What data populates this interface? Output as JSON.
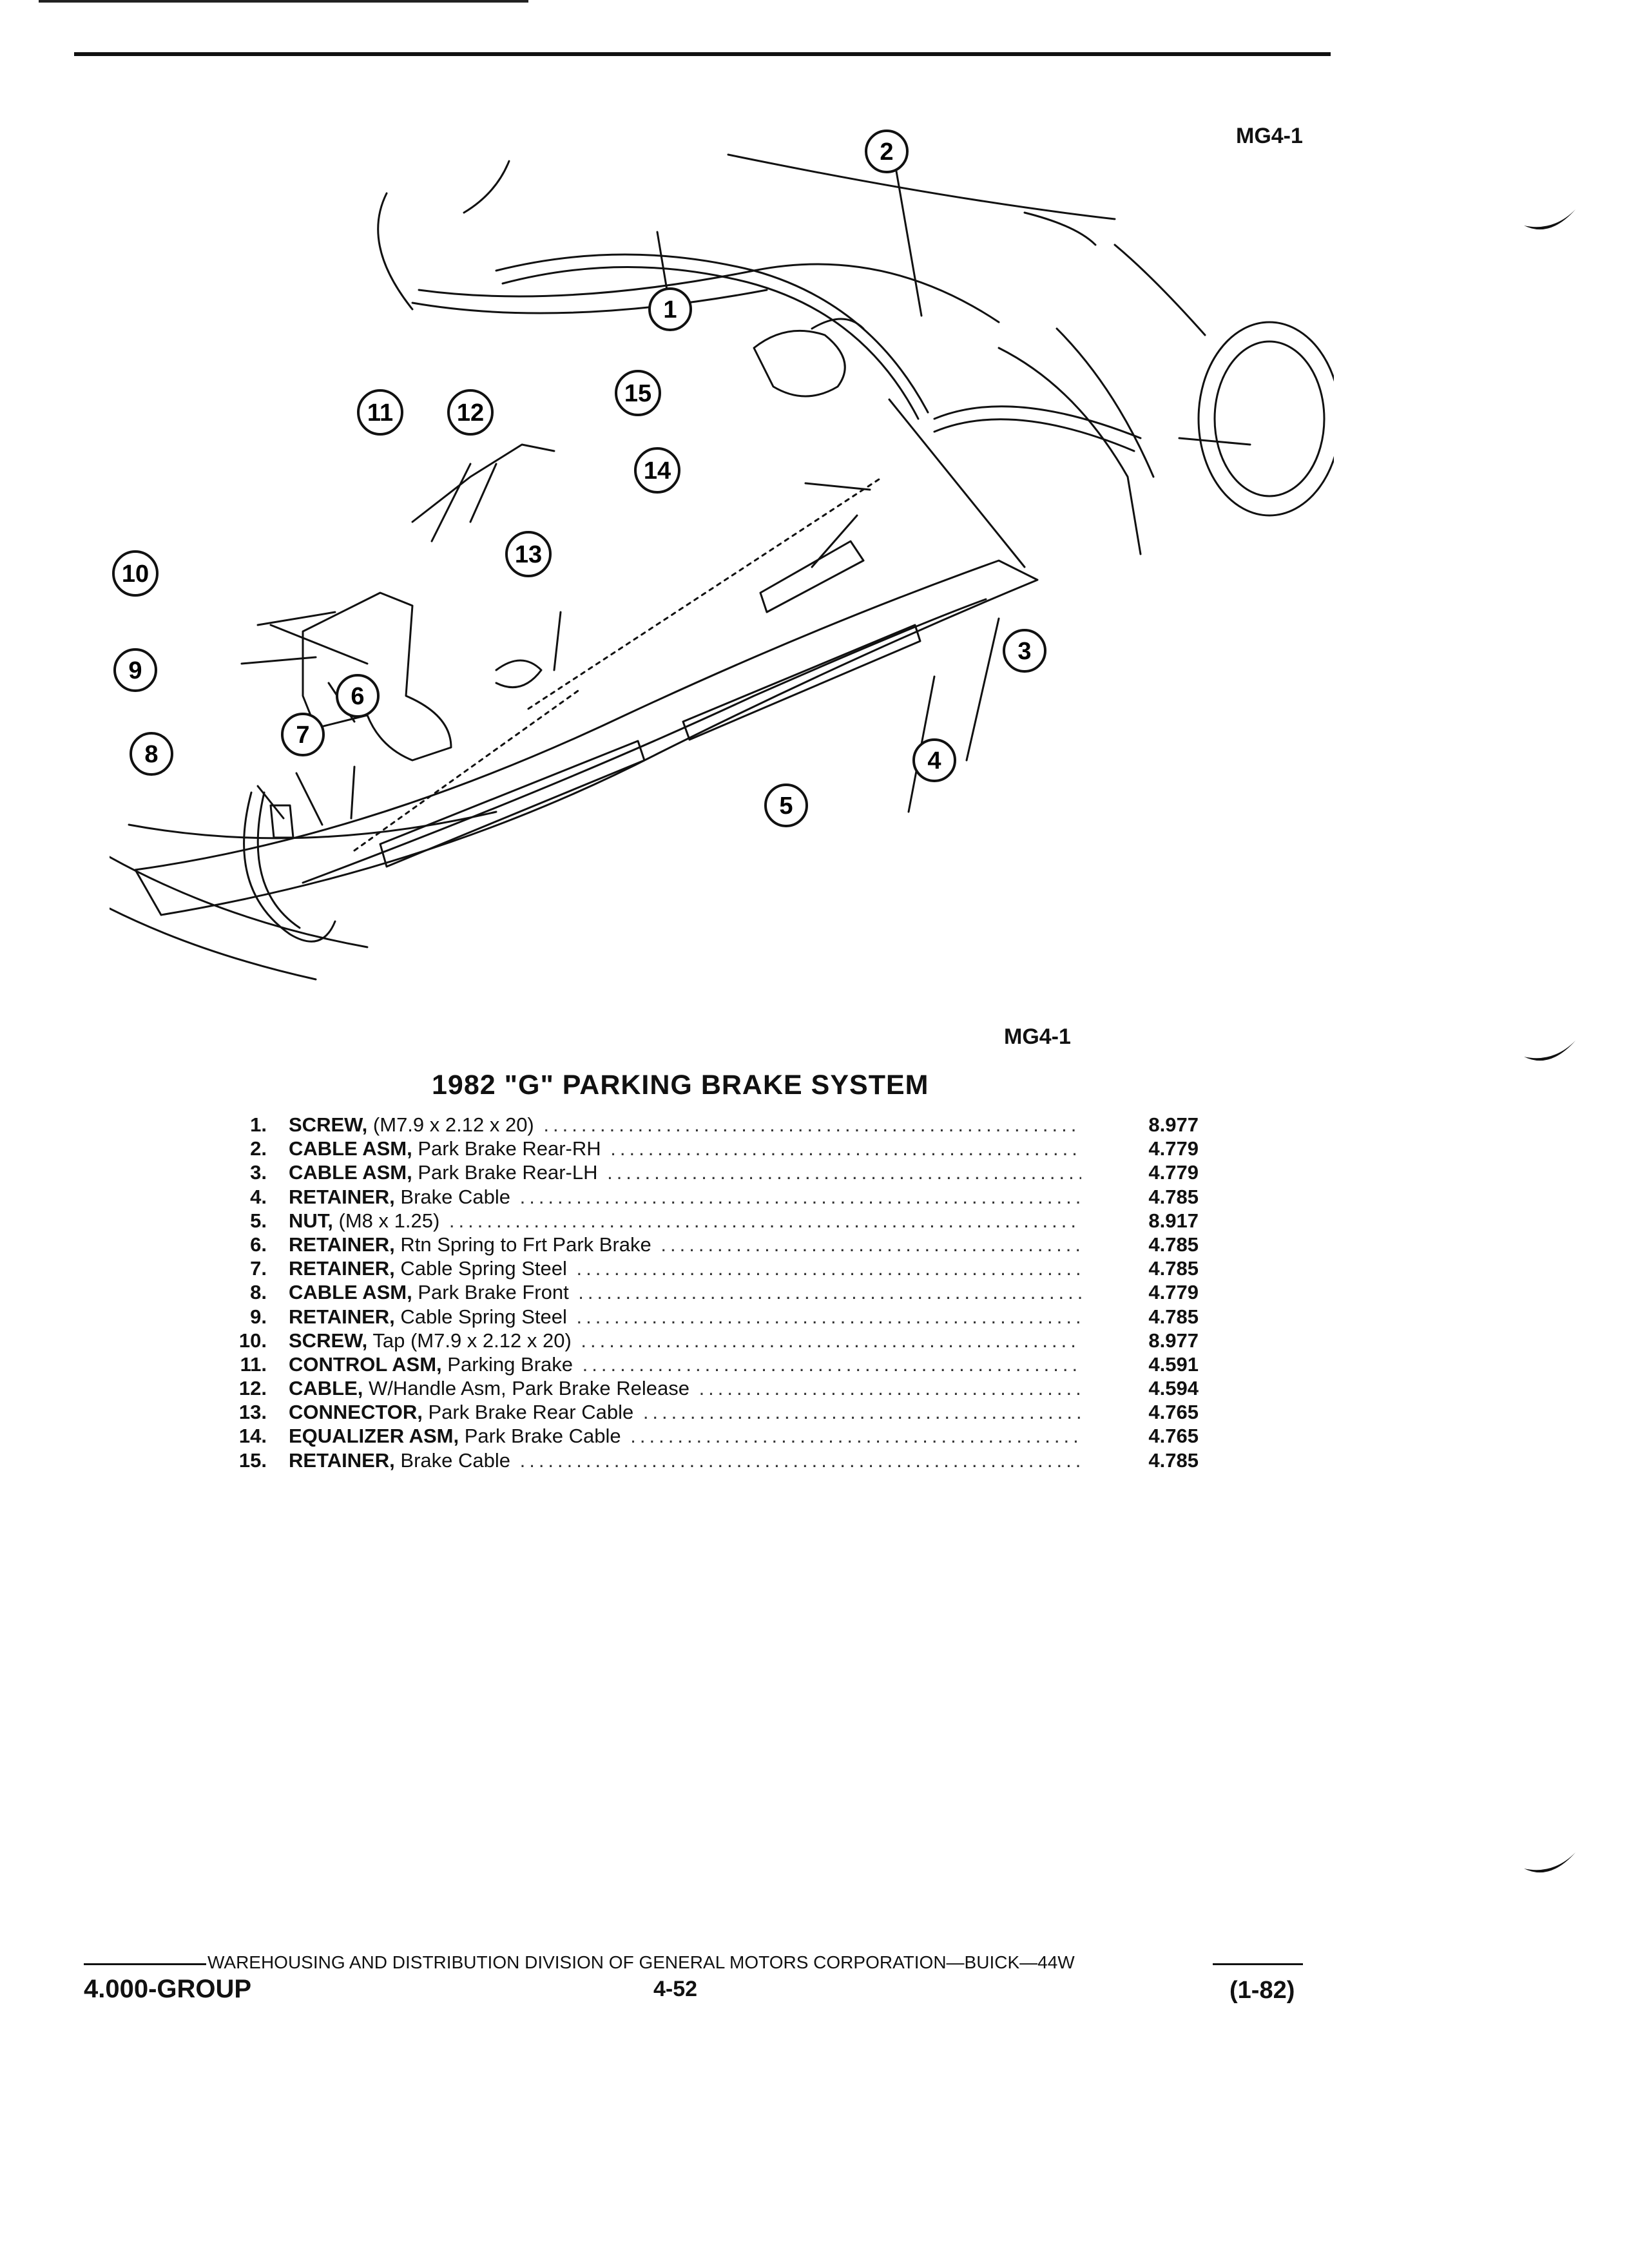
{
  "header": {
    "figure_code": "MG4-1"
  },
  "figure": {
    "caption_code": "MG4-1",
    "title": "1982 \"G\" PARKING BRAKE SYSTEM",
    "callouts": [
      "1",
      "2",
      "3",
      "4",
      "5",
      "6",
      "7",
      "8",
      "9",
      "10",
      "11",
      "12",
      "13",
      "14",
      "15"
    ]
  },
  "parts": [
    {
      "num": "1.",
      "name": "SCREW,",
      "desc": "(M7.9 x 2.12 x 20)",
      "group": "8.977"
    },
    {
      "num": "2.",
      "name": "CABLE ASM,",
      "desc": "Park Brake Rear-RH",
      "group": "4.779"
    },
    {
      "num": "3.",
      "name": "CABLE ASM,",
      "desc": "Park Brake Rear-LH",
      "group": "4.779"
    },
    {
      "num": "4.",
      "name": "RETAINER,",
      "desc": "Brake Cable",
      "group": "4.785"
    },
    {
      "num": "5.",
      "name": "NUT,",
      "desc": "(M8 x 1.25)",
      "group": "8.917"
    },
    {
      "num": "6.",
      "name": "RETAINER,",
      "desc": "Rtn Spring to Frt Park Brake",
      "group": "4.785"
    },
    {
      "num": "7.",
      "name": "RETAINER,",
      "desc": "Cable Spring Steel",
      "group": "4.785"
    },
    {
      "num": "8.",
      "name": "CABLE ASM,",
      "desc": "Park Brake Front",
      "group": "4.779"
    },
    {
      "num": "9.",
      "name": "RETAINER,",
      "desc": "Cable Spring Steel",
      "group": "4.785"
    },
    {
      "num": "10.",
      "name": "SCREW,",
      "desc": "Tap (M7.9 x 2.12 x 20)",
      "group": "8.977"
    },
    {
      "num": "11.",
      "name": "CONTROL ASM,",
      "desc": "Parking Brake",
      "group": "4.591"
    },
    {
      "num": "12.",
      "name": "CABLE,",
      "desc": "W/Handle Asm, Park Brake Release",
      "group": "4.594"
    },
    {
      "num": "13.",
      "name": "CONNECTOR,",
      "desc": "Park Brake Rear Cable",
      "group": "4.765"
    },
    {
      "num": "14.",
      "name": "EQUALIZER ASM,",
      "desc": "Park Brake Cable",
      "group": "4.765"
    },
    {
      "num": "15.",
      "name": "RETAINER,",
      "desc": "Brake Cable",
      "group": "4.785"
    }
  ],
  "footer": {
    "division": "WAREHOUSING AND DISTRIBUTION  DIVISION OF GENERAL MOTORS CORPORATION—BUICK—44W",
    "group": "4.000-GROUP",
    "page": "4-52",
    "date": "(1-82)"
  }
}
